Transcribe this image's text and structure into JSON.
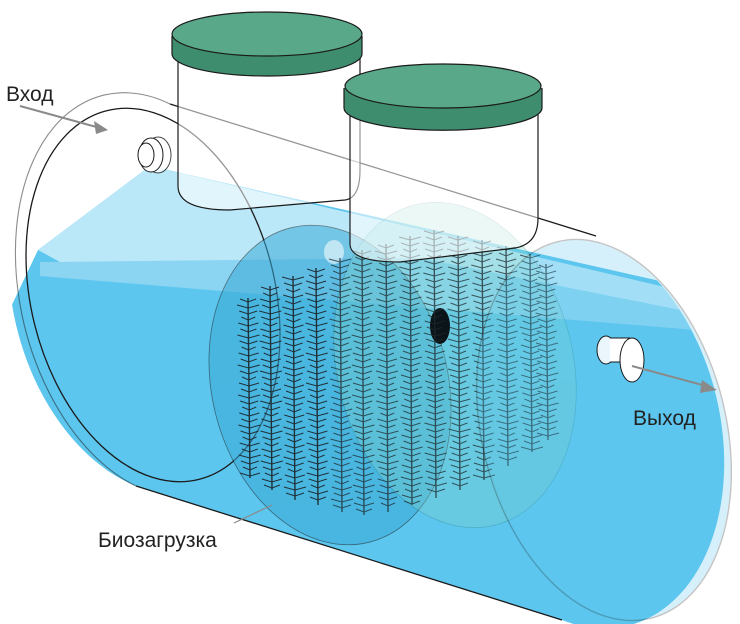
{
  "labels": {
    "inlet": "Вход",
    "outlet": "Выход",
    "biofilter": "Биозагрузка"
  },
  "colors": {
    "water": "#5cc6ee",
    "water_light": "#9fdcf5",
    "water_top": "#c4ebfa",
    "lid": "#5aa88a",
    "outline": "#1a1a1a",
    "brush": "#1d2a30",
    "arrow": "#8a8a8a"
  },
  "icons": {
    "inlet_pipe": "pipe-inlet-icon",
    "outlet_pipe": "pipe-outlet-icon",
    "brush": "biofilter-brush-icon"
  }
}
